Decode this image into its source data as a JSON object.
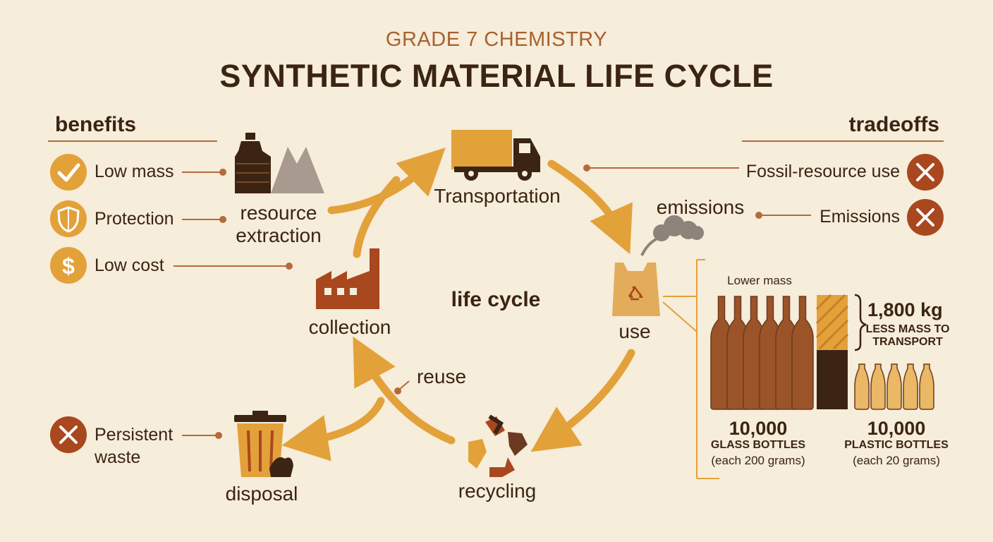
{
  "header": {
    "subtitle": "GRADE 7 CHEMISTRY",
    "title": "SYNTHETIC MATERIAL LIFE CYCLE"
  },
  "benefits": {
    "heading": "benefits",
    "items": [
      {
        "label": "Low mass",
        "icon": "checkmark-icon"
      },
      {
        "label": "Protection",
        "icon": "shield-icon"
      },
      {
        "label": "Low cost",
        "icon": "dollar-icon"
      }
    ]
  },
  "tradeoffs": {
    "heading": "tradeoffs",
    "items": [
      {
        "label": "Fossil-resource use",
        "icon": "x-icon"
      },
      {
        "label": "Emissions",
        "icon": "x-icon"
      }
    ],
    "persistent_line1": "Persistent",
    "persistent_line2": "waste"
  },
  "cycle": {
    "center": "life cycle",
    "resource_line1": "resource",
    "resource_line2": "extraction",
    "transportation": "Transportation",
    "emissions": "emissions",
    "use": "use",
    "recycling": "recycling",
    "reuse": "reuse",
    "collection": "collection",
    "disposal": "disposal"
  },
  "comparison": {
    "lower_mass": "Lower mass",
    "mass_diff": "1,800 kg",
    "mass_diff_line1": "LESS MASS TO",
    "mass_diff_line2": "TRANSPORT",
    "glass": {
      "count": "10,000",
      "label": "GLASS BOTTLES",
      "note": "(each 200 grams)"
    },
    "plastic": {
      "count": "10,000",
      "label": "PLASTIC BOTTLES",
      "note": "(each 20 grams)"
    }
  },
  "colors": {
    "background": "#f6edda",
    "accent_orange": "#e3a13a",
    "dark_brown": "#3b2414",
    "rust": "#a9471f",
    "line": "#b46a3b"
  }
}
